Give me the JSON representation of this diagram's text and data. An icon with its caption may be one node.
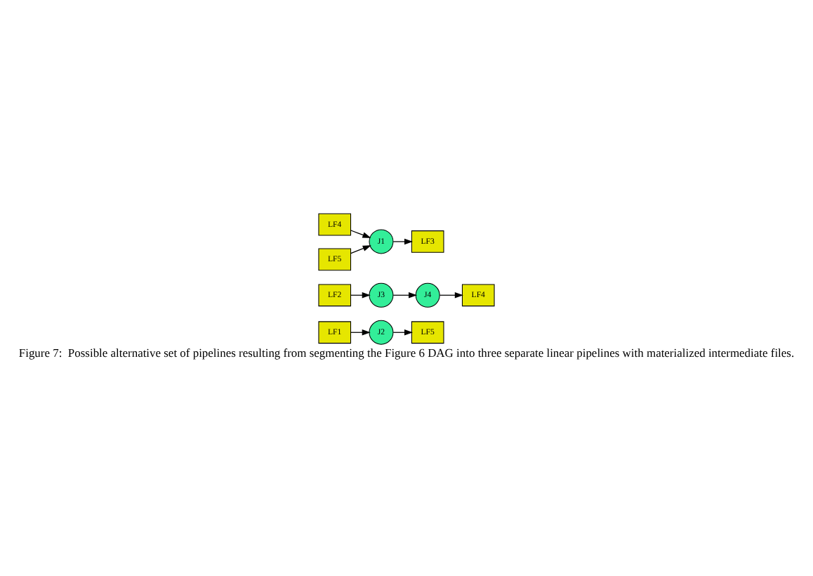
{
  "diagram": {
    "caption": "Figure 7:  Possible alternative set of pipelines resulting from segmenting the Figure 6 DAG into three separate linear pipelines with materialized intermediate files.",
    "nodes": [
      {
        "text": [
          "LF1"
        ]
      },
      {
        "text": [
          "J2"
        ]
      },
      {
        "text": [
          "LF5"
        ]
      },
      {
        "text": [
          "LF2"
        ]
      },
      {
        "text": [
          "J3"
        ]
      },
      {
        "text": [
          "J4"
        ]
      },
      {
        "text": [
          "LF4"
        ]
      },
      {
        "text": [
          "LF4"
        ]
      },
      {
        "text": [
          "LF5"
        ]
      },
      {
        "text": [
          "J1"
        ]
      },
      {
        "text": [
          "LF3"
        ]
      }
    ],
    "edges": [
      {
        "from": 0,
        "to": 1,
        "arrow": "to"
      },
      {
        "from": 1,
        "to": 2,
        "arrow": "to"
      },
      {
        "from": 3,
        "to": 4,
        "arrow": "to"
      },
      {
        "from": 4,
        "to": 5,
        "arrow": "to"
      },
      {
        "from": 5,
        "to": 6,
        "arrow": "to"
      },
      {
        "from": 7,
        "to": 9,
        "arrow": "to"
      },
      {
        "from": 8,
        "to": 9,
        "arrow": "to"
      },
      {
        "from": 9,
        "to": 10,
        "arrow": "to"
      }
    ]
  }
}
